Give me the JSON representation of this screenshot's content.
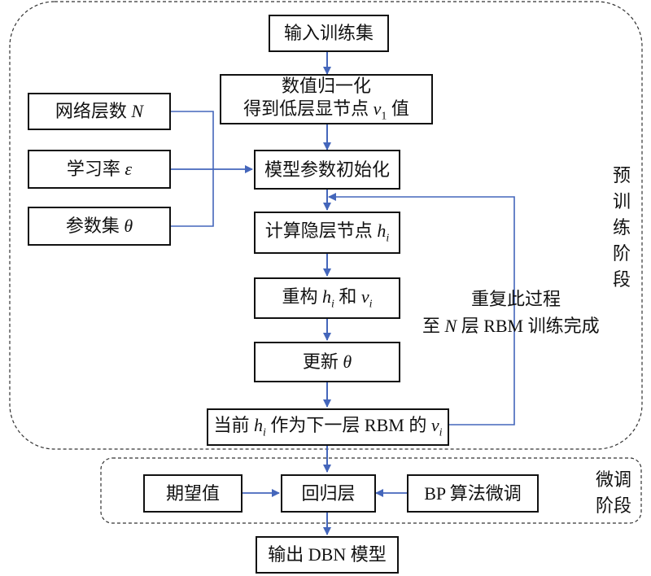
{
  "nodes": {
    "input_train": "输入训练集",
    "normalize_1": "数值归一化",
    "normalize_2_pre": "得到低层显节点 ",
    "normalize_2_var": "v",
    "normalize_2_sub": "1",
    "normalize_2_post": " 值",
    "layers_pre": "网络层数 ",
    "layers_var": "N",
    "lr_pre": "学习率 ",
    "lr_var": "ε",
    "params_pre": "参数集 ",
    "params_var": "θ",
    "init": "模型参数初始化",
    "hidden_pre": "计算隐层节点 ",
    "hidden_var": "h",
    "hidden_sub": "i",
    "recon_pre": "重构 ",
    "recon_var1": "h",
    "recon_sub1": "i",
    "recon_mid": " 和 ",
    "recon_var2": "v",
    "recon_sub2": "i",
    "update_pre": "更新 ",
    "update_var": "θ",
    "current_pre": "当前 ",
    "current_var1": "h",
    "current_sub1": "i",
    "current_mid": " 作为下一层 RBM 的 ",
    "current_var2": "v",
    "current_sub2": "i",
    "expected": "期望值",
    "regression": "回归层",
    "bp": "BP 算法微调",
    "output": "输出 DBN 模型"
  },
  "labels": {
    "repeat_1": "重复此过程",
    "repeat_2_pre": "至 ",
    "repeat_2_var": "N",
    "repeat_2_post": " 层 RBM 训练完成",
    "pretrain": [
      "预",
      "训",
      "练",
      "阶",
      "段"
    ],
    "finetune_1": "微调",
    "finetune_2": "阶段"
  },
  "colors": {
    "arrow": "#4466bb",
    "border": "#111111",
    "dashed": "#333333"
  }
}
